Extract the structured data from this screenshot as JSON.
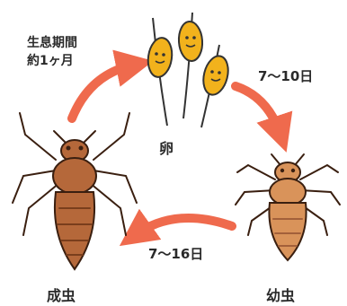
{
  "diagram": {
    "lifespan_line1": "生息期間",
    "lifespan_line2": "約1ヶ月",
    "stage_egg": "卵",
    "stage_nymph": "幼虫",
    "stage_adult": "成虫",
    "egg_to_nymph_days": "7〜10日",
    "nymph_to_adult_days": "7〜16日",
    "arrow_color": "#ef6a4d",
    "egg_color": "#f2b21c",
    "adult_color": "#b5683a",
    "nymph_color": "#d9935a"
  }
}
